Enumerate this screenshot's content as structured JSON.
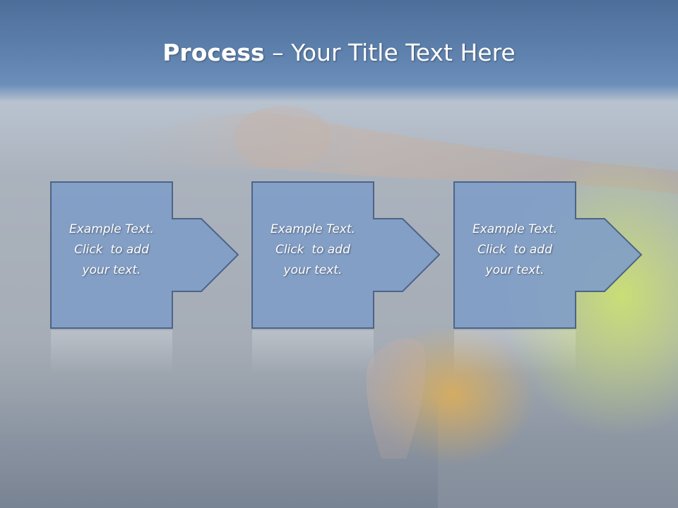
{
  "slide": {
    "title_bold": "Process",
    "title_rest": " – Your Title Text Here"
  },
  "steps": [
    {
      "line1": "Example Text.",
      "line2": "Click  to add",
      "line3": "your text."
    },
    {
      "line1": "Example Text.",
      "line2": "Click  to add",
      "line3": "your text."
    },
    {
      "line1": "Example Text.",
      "line2": "Click  to add",
      "line3": "your text."
    }
  ],
  "colors": {
    "box_fill": "#7f9dc8",
    "box_stroke": "#4d6488",
    "title_text": "#ffffff"
  }
}
